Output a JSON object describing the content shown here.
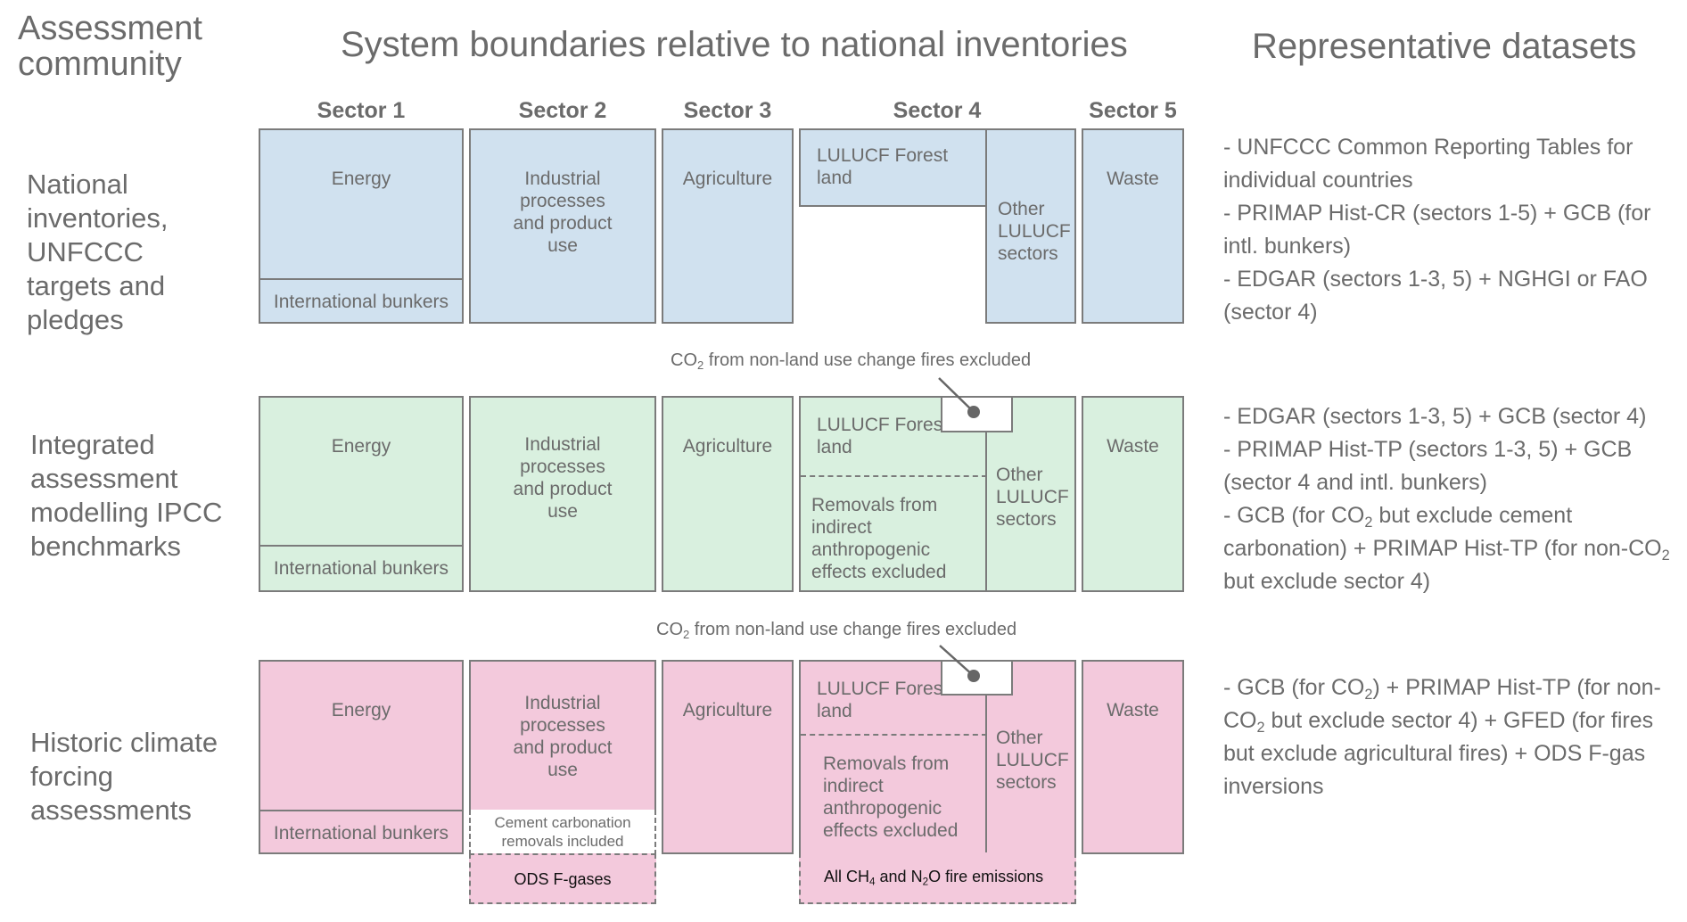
{
  "headers": {
    "community": "Assessment community",
    "boundaries": "System boundaries relative to national inventories",
    "datasets": "Representative datasets"
  },
  "sectors": [
    "Sector 1",
    "Sector 2",
    "Sector 3",
    "Sector 4",
    "Sector 5"
  ],
  "colors": {
    "row1": "#d0e1ef",
    "row2": "#d9f0df",
    "row3": "#f3c9dc",
    "border": "#7b7b7b",
    "text": "#6b6b6b"
  },
  "rows": [
    {
      "label": "National inventories, UNFCCC targets and pledges",
      "boxes": {
        "energy": "Energy",
        "bunkers": "International bunkers",
        "ippu": "Industrial processes and product use",
        "agriculture": "Agriculture",
        "forest_land": "LULUCF Forest land",
        "other_lulucf": "Other LULUCF sectors",
        "waste": "Waste"
      },
      "datasets": [
        "- UNFCCC Common Reporting Tables for individual countries",
        "- PRIMAP Hist-CR (sectors 1-5) + GCB (for intl. bunkers)",
        "- EDGAR (sectors 1-3, 5) + NGHGI or FAO (sector 4)"
      ]
    },
    {
      "label": "Integrated assessment modelling IPCC benchmarks",
      "annotation": "CO₂ from non-land use change fires excluded",
      "boxes": {
        "energy": "Energy",
        "bunkers": "International bunkers",
        "ippu": "Industrial processes and product use",
        "agriculture": "Agriculture",
        "forest_land": "LULUCF Forest land",
        "removals": "Removals from indirect anthropogenic effects excluded",
        "other_lulucf": "Other LULUCF sectors",
        "waste": "Waste"
      },
      "datasets": [
        "- EDGAR (sectors 1-3, 5) + GCB (sector 4)",
        "- PRIMAP Hist-TP (sectors 1-3, 5) + GCB (sector 4 and intl. bunkers)",
        "- GCB (for CO₂ but exclude cement carbonation) + PRIMAP Hist-TP (for non-CO₂ but exclude sector 4)"
      ]
    },
    {
      "label": "Historic climate forcing assessments",
      "annotation": "CO₂ from non-land use change fires excluded",
      "boxes": {
        "energy": "Energy",
        "bunkers": "International bunkers",
        "ippu": "Industrial processes and product use",
        "cement": "Cement carbonation removals included",
        "ods": "ODS F-gases",
        "agriculture": "Agriculture",
        "forest_land": "LULUCF Forest land",
        "removals": "Removals from indirect anthropogenic effects excluded",
        "other_lulucf": "Other LULUCF sectors",
        "waste": "Waste",
        "fire": "All CH₄ and N₂O fire emissions"
      },
      "datasets": [
        "- GCB (for CO₂) + PRIMAP Hist-TP (for non-CO₂ but exclude sector 4) + GFED (for fires but exclude agricultural fires) + ODS F-gas inversions"
      ]
    }
  ]
}
